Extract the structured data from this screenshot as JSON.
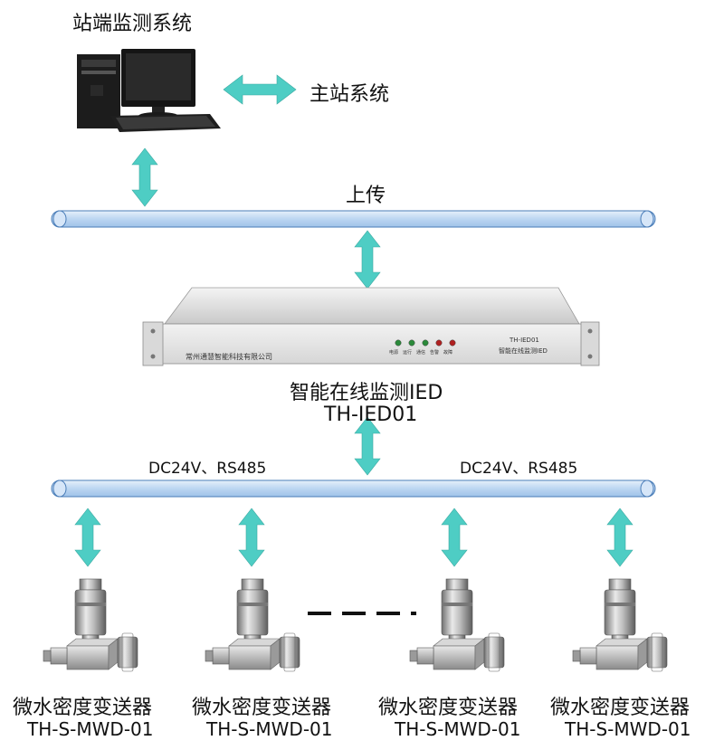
{
  "station": {
    "title": "站端监测系统"
  },
  "master": {
    "label": "主站系统"
  },
  "upload": {
    "label": "上传"
  },
  "ied": {
    "name": "智能在线监测IED",
    "model": "TH-IED01",
    "panel_company": "常州通慧智能科技有限公司",
    "panel_model": "TH-IED01",
    "panel_title": "智能在线监测IED",
    "leds": [
      {
        "label": "电源",
        "color": "#2a8a3a"
      },
      {
        "label": "运行",
        "color": "#2a8a3a"
      },
      {
        "label": "通信",
        "color": "#2a8a3a"
      },
      {
        "label": "告警",
        "color": "#b02020"
      },
      {
        "label": "故障",
        "color": "#b02020"
      }
    ]
  },
  "bus": {
    "left_label": "DC24V、RS485",
    "right_label": "DC24V、RS485"
  },
  "sensors": [
    {
      "name": "微水密度变送器",
      "model": "TH-S-MWD-01"
    },
    {
      "name": "微水密度变送器",
      "model": "TH-S-MWD-01"
    },
    {
      "name": "微水密度变送器",
      "model": "TH-S-MWD-01"
    },
    {
      "name": "微水密度变送器",
      "model": "TH-S-MWD-01"
    }
  ],
  "colors": {
    "arrow": "#4ecdc4",
    "bus_fill": "#cfe3f7",
    "bus_stroke": "#4a7db8"
  }
}
